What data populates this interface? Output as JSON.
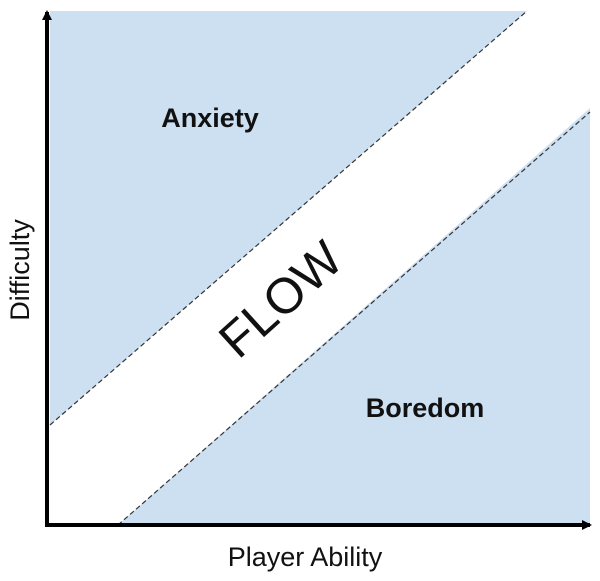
{
  "title": "Flow channel diagram",
  "axes": {
    "x_label": "Player Ability",
    "y_label": "Difficulty"
  },
  "regions": {
    "anxiety": "Anxiety",
    "flow": "FLOW",
    "boredom": "Boredom"
  },
  "colors": {
    "region_fill": "#cde0f2",
    "axis": "#000000",
    "boundary": "#333333"
  }
}
